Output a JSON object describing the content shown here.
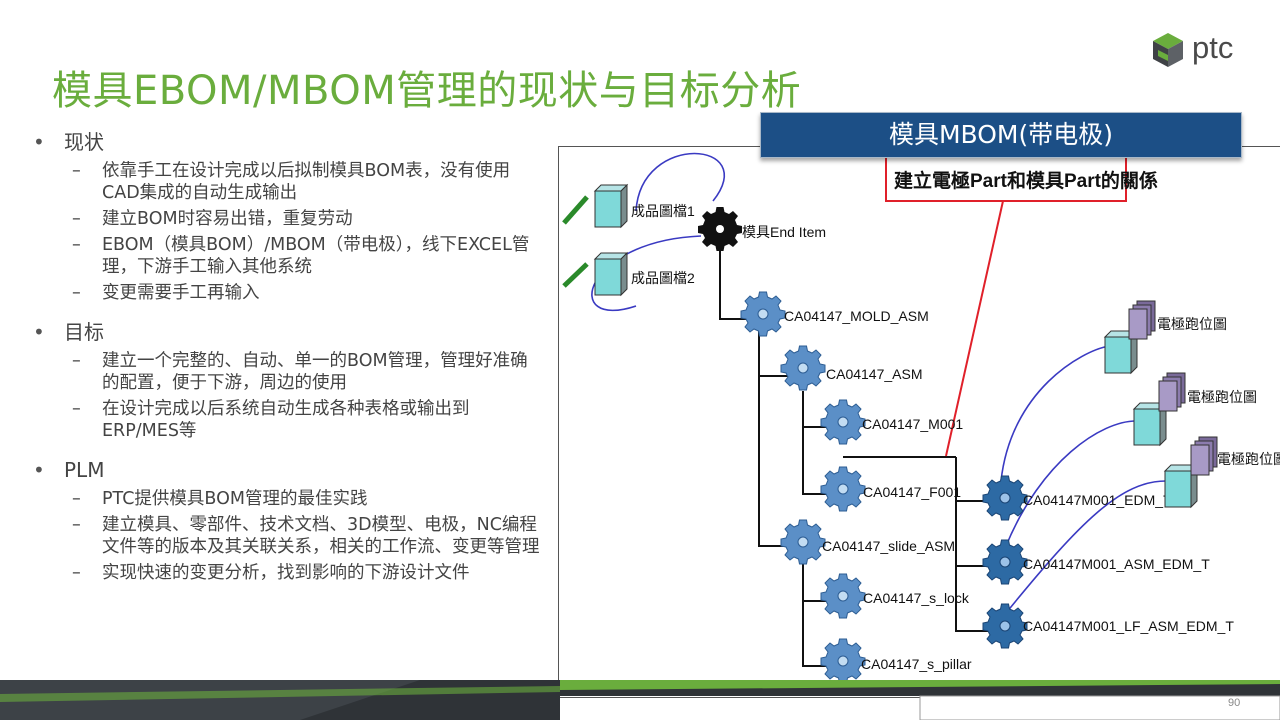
{
  "title": "模具EBOM/MBOM管理的现状与目标分析",
  "logo": {
    "text": "ptc"
  },
  "bullets": [
    {
      "label": "现状",
      "items": [
        "依靠手工在设计完成以后拟制模具BOM表，没有使用CAD集成的自动生成输出",
        "建立BOM时容易出错，重复劳动",
        "EBOM（模具BOM）/MBOM（带电极），线下EXCEL管理，下游手工输入其他系统",
        "变更需要手工再输入"
      ]
    },
    {
      "label": "目标",
      "items": [
        "建立一个完整的、自动、单一的BOM管理，管理好准确的配置，便于下游，周边的使用",
        "在设计完成以后系统自动生成各种表格或输出到ERP/MES等"
      ]
    },
    {
      "label": "PLM",
      "items": [
        "PTC提供模具BOM管理的最佳实践",
        "建立模具、零部件、技术文档、3D模型、电极，NC编程文件等的版本及其关联关系，相关的工作流、变更等管理",
        "实现快速的变更分析，找到影响的下游设计文件"
      ]
    }
  ],
  "diagram": {
    "ribbon": "模具MBOM(带电极)",
    "callout": "建立電極Part和模具Part的關係",
    "doc1": "成品圖檔1",
    "doc2": "成品圖檔2",
    "root": "模具End Item",
    "mold_asm": "CA04147_MOLD_ASM",
    "asm": "CA04147_ASM",
    "m001": "CA04147_M001",
    "f001": "CA04147_F001",
    "slide_asm": "CA04147_slide_ASM",
    "s_lock": "CA04147_s_lock",
    "s_pillar": "CA04147_s_pillar",
    "edm1": "CA04147M001_EDM_T",
    "edm2": "CA04147M001_ASM_EDM_T",
    "edm3": "CA04147M001_LF_ASM_EDM_T",
    "elec1": "電極跑位圖",
    "elec2": "電極跑位圖",
    "elec3": "電極跑位圖"
  },
  "footer": {
    "page": "90"
  },
  "colors": {
    "title_green": "#6aad3d",
    "ribbon_blue": "#1c4f86",
    "callout_red": "#e0202a",
    "gear_blue": "#5b8fc7"
  }
}
